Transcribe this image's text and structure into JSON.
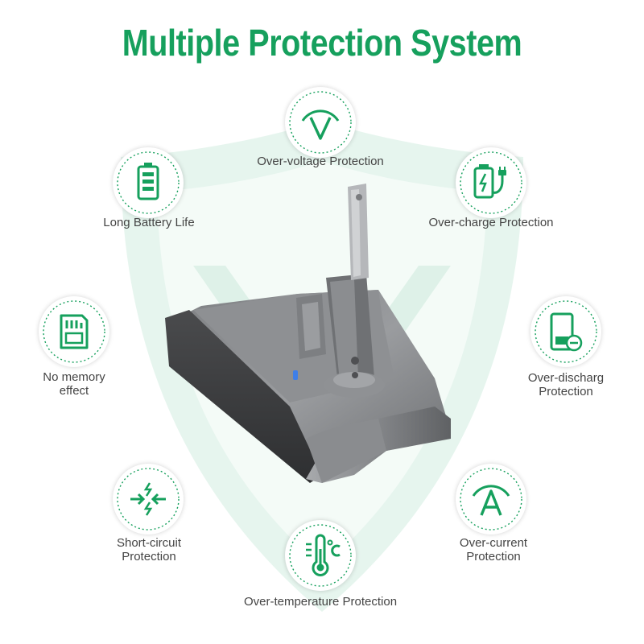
{
  "title": "Multiple Protection System",
  "colors": {
    "accent": "#16a05d",
    "shield": "#e4f4ec",
    "text": "#444444"
  },
  "features": [
    {
      "id": "over-voltage",
      "icon": "voltage-v-icon",
      "lines": [
        "Over-voltage Protection"
      ]
    },
    {
      "id": "long-battery-life",
      "icon": "battery-icon",
      "lines": [
        "Long Battery Life"
      ]
    },
    {
      "id": "over-charge",
      "icon": "charger-plug-icon",
      "lines": [
        "Over-charge Protection"
      ]
    },
    {
      "id": "no-memory",
      "icon": "memory-card-icon",
      "lines": [
        "No memory",
        "effect"
      ]
    },
    {
      "id": "over-discharge",
      "icon": "phone-discharge-icon",
      "lines": [
        "Over-discharg",
        "Protection"
      ]
    },
    {
      "id": "short-circuit",
      "icon": "short-circuit-icon",
      "lines": [
        "Short-circuit",
        "Protection"
      ]
    },
    {
      "id": "over-current",
      "icon": "current-a-icon",
      "lines": [
        "Over-current",
        "Protection"
      ]
    },
    {
      "id": "over-temperature",
      "icon": "thermometer-celsius-icon",
      "lines": [
        "Over-temperature Protection"
      ]
    }
  ]
}
